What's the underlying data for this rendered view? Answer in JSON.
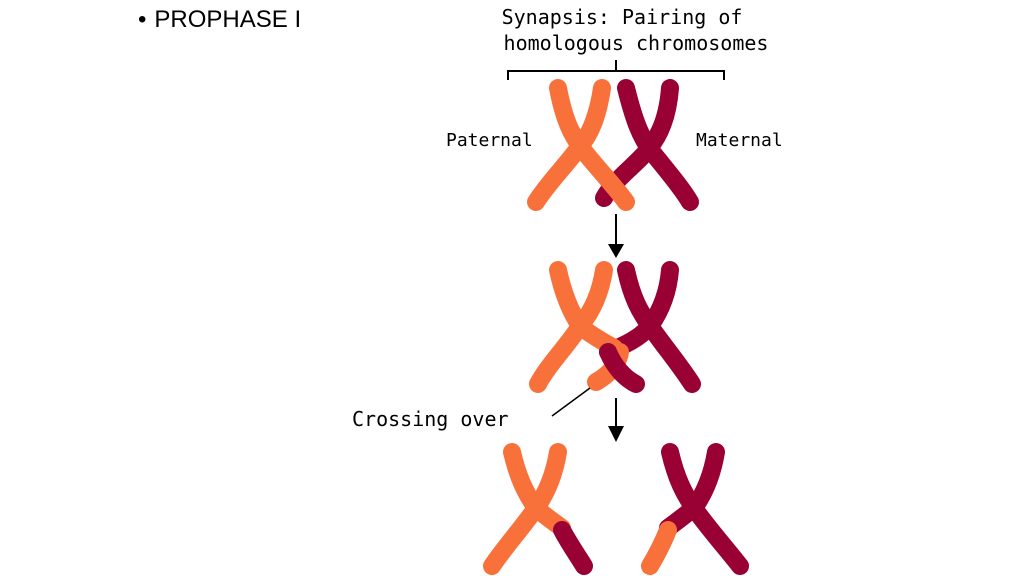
{
  "slide": {
    "bullet": "PROPHASE I"
  },
  "diagram": {
    "title_line1": "Synapsis: Pairing of",
    "title_line2": "homologous chromosomes",
    "label_paternal": "Paternal",
    "label_maternal": "Maternal",
    "label_crossing": "Crossing over",
    "colors": {
      "paternal": "#f9713a",
      "maternal": "#990033"
    }
  }
}
